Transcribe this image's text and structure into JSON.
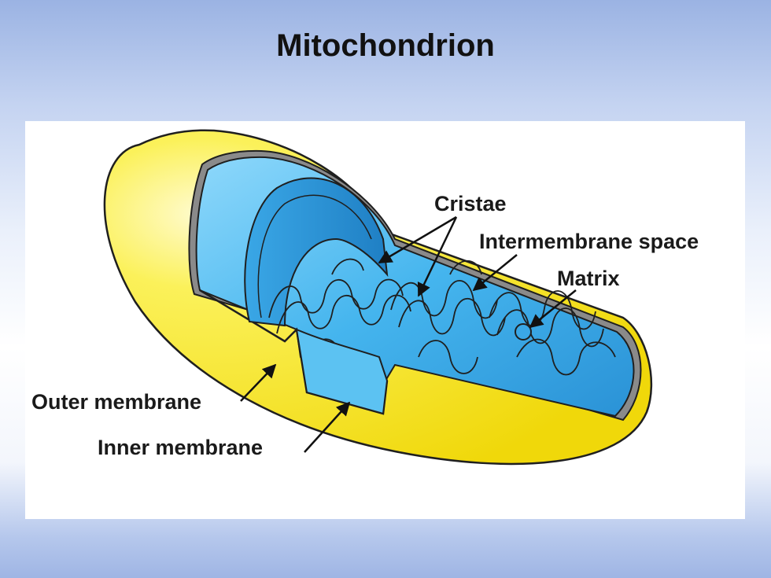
{
  "slide": {
    "title": "Mitochondrion"
  },
  "diagram": {
    "labels": {
      "cristae": "Cristae",
      "intermembrane_space": "Intermembrane space",
      "matrix": "Matrix",
      "outer_membrane": "Outer membrane",
      "inner_membrane": "Inner membrane"
    },
    "colors": {
      "outer_membrane": "#f7ec1e",
      "inner_membrane": "#43b3ec",
      "intermembrane_space": "#8a8a8a",
      "outline": "#1f1f1f"
    }
  }
}
